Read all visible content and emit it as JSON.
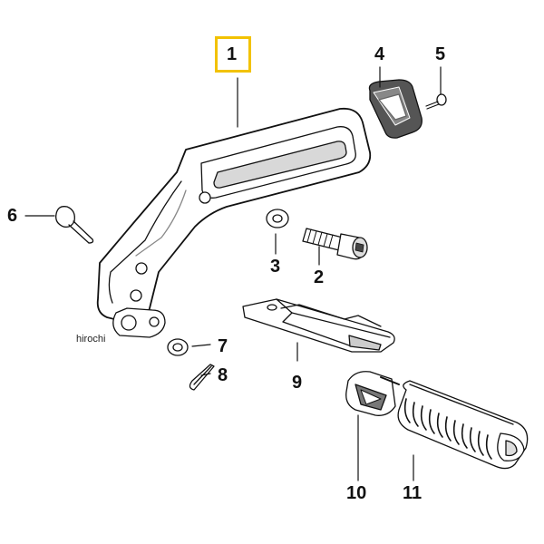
{
  "callouts": {
    "c1": "1",
    "c2": "2",
    "c3": "3",
    "c4": "4",
    "c5": "5",
    "c6": "6",
    "c7": "7",
    "c8": "8",
    "c9": "9",
    "c10": "10",
    "c11": "11"
  },
  "watermark": "hirochi",
  "colors": {
    "highlight": "#f2c200",
    "line": "#111111",
    "part_fill": "#ffffff",
    "shade": "#cfcfcf",
    "dark_shade": "#555555"
  }
}
